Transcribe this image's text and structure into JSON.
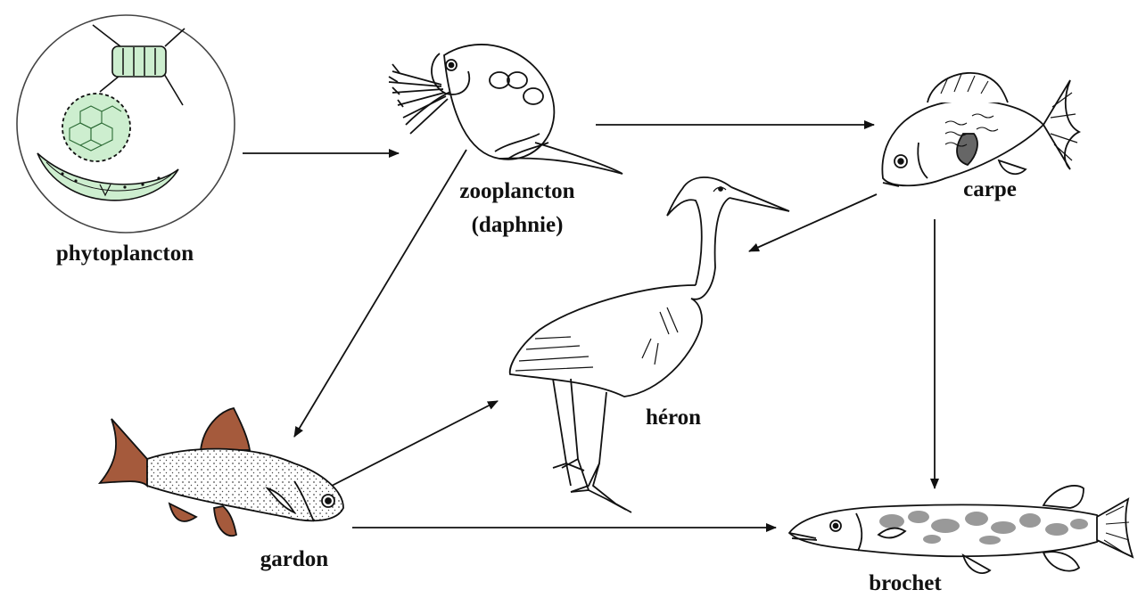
{
  "diagram": {
    "organisms": {
      "phytoplancton": {
        "label": "phytoplancton",
        "icon": "phytoplankton-illustration"
      },
      "zooplancton": {
        "label_line1": "zooplancton",
        "label_line2": "(daphnie)",
        "icon": "daphnia-illustration"
      },
      "carpe": {
        "label": "carpe",
        "icon": "carp-fish-illustration"
      },
      "heron": {
        "label": "héron",
        "icon": "heron-bird-illustration"
      },
      "gardon": {
        "label": "gardon",
        "icon": "roach-fish-illustration"
      },
      "brochet": {
        "label": "brochet",
        "icon": "pike-fish-illustration"
      }
    },
    "links": [
      {
        "from": "phytoplancton",
        "to": "zooplancton"
      },
      {
        "from": "zooplancton",
        "to": "carpe"
      },
      {
        "from": "zooplancton",
        "to": "gardon"
      },
      {
        "from": "carpe",
        "to": "heron"
      },
      {
        "from": "carpe",
        "to": "brochet"
      },
      {
        "from": "gardon",
        "to": "heron"
      },
      {
        "from": "gardon",
        "to": "brochet"
      }
    ],
    "colors": {
      "line": "#111111",
      "algae_fill": "#cdeecf",
      "fin_fill": "#a55a3c",
      "background": "#ffffff"
    }
  }
}
